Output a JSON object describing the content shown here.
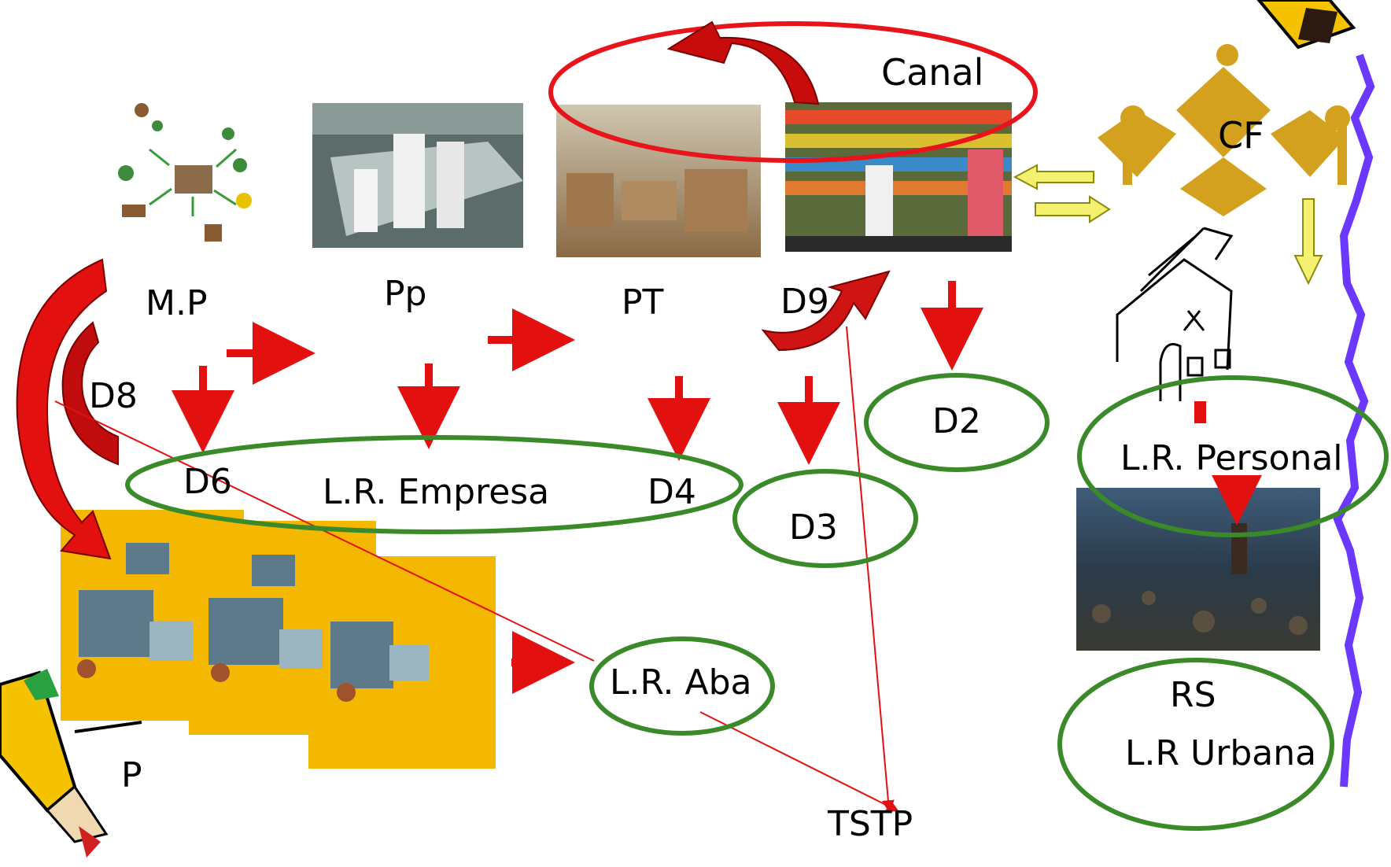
{
  "colors": {
    "red_arrow": "#e31010",
    "dark_red": "#b00000",
    "ellipse_red": "#e8141c",
    "ellipse_green": "#3a8a2a",
    "yellow_arrow": "#f4f070",
    "purple_border": "#6a38ff",
    "gold": "#d4a11e",
    "truck_bg": "#f5b800"
  },
  "labels": {
    "canal": "Canal",
    "cf": "CF",
    "mp": "M.P",
    "pp": "Pp",
    "pt": "PT",
    "d9": "D9",
    "d8": "D8",
    "d6": "D6",
    "lr_empresa": "L.R. Empresa",
    "d4": "D4",
    "d2": "D2",
    "d3": "D3",
    "lr_personal": "L.R. Personal",
    "lr_aba": "L.R. Aba",
    "rs": "RS",
    "lr_urbana": "L.R Urbana",
    "p": "P",
    "tstp": "TSTP"
  },
  "icons": {
    "raw_materials": "raw-materials-illustration",
    "production": "production-line-photo",
    "warehouse": "warehouse-photo",
    "supermarket": "supermarket-photo",
    "family": "gold-family-puzzle-icon",
    "house": "house-sketch-icon",
    "landfill": "landfill-photo",
    "trucks": "delivery-trucks-clipart",
    "pencil": "pencil-clipart"
  }
}
